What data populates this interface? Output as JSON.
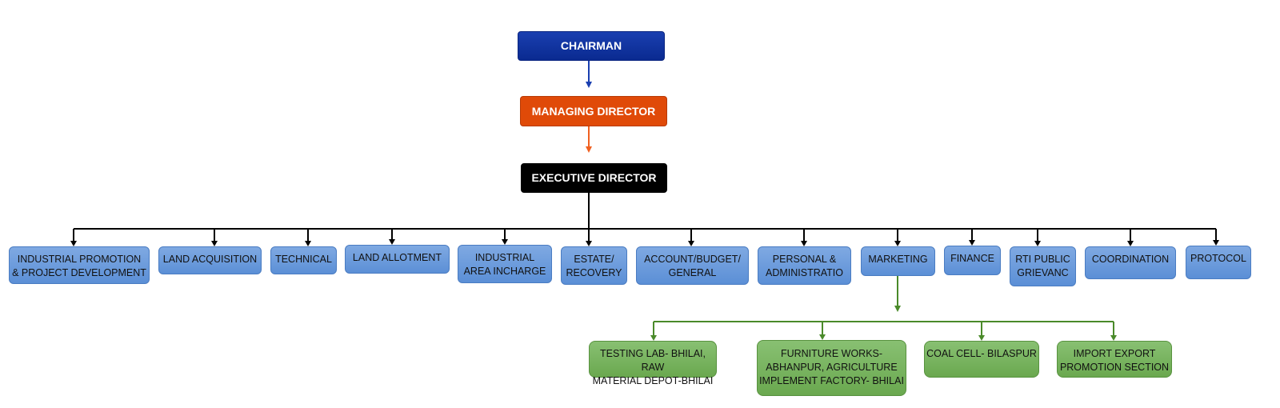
{
  "top": {
    "chairman": "CHAIRMAN",
    "managing_director": "MANAGING DIRECTOR",
    "executive_director": "EXECUTIVE DIRECTOR"
  },
  "departments": [
    "INDUSTRIAL PROMOTION\n& PROJECT DEVELOPMENT",
    "LAND ACQUISITION",
    "TECHNICAL",
    "LAND ALLOTMENT",
    "INDUSTRIAL\nAREA INCHARGE",
    "ESTATE/\nRECOVERY",
    "ACCOUNT/BUDGET/\nGENERAL",
    "PERSONAL &\nADMINISTRATIO",
    "MARKETING",
    "FINANCE",
    "RTI PUBLIC\nGRIEVANC",
    "COORDINATION",
    "PROTOCOL"
  ],
  "marketing_units": [
    "TESTING LAB- BHILAI, RAW\nMATERIAL DEPOT-BHILAI",
    "FURNITURE WORKS-\nABHANPUR, AGRICULTURE\nIMPLEMENT FACTORY- BHILAI",
    "COAL CELL- BILASPUR",
    "IMPORT EXPORT\nPROMOTION SECTION"
  ],
  "colors": {
    "chairman": "#0d2f9a",
    "managing_director": "#e04a08",
    "executive_director": "#000000",
    "department": "#6b9be0",
    "marketing_unit": "#7ab562",
    "connector_blue": "#1a3fb0",
    "connector_orange": "#f06020",
    "connector_black": "#000000",
    "connector_green": "#4a8a2a"
  }
}
